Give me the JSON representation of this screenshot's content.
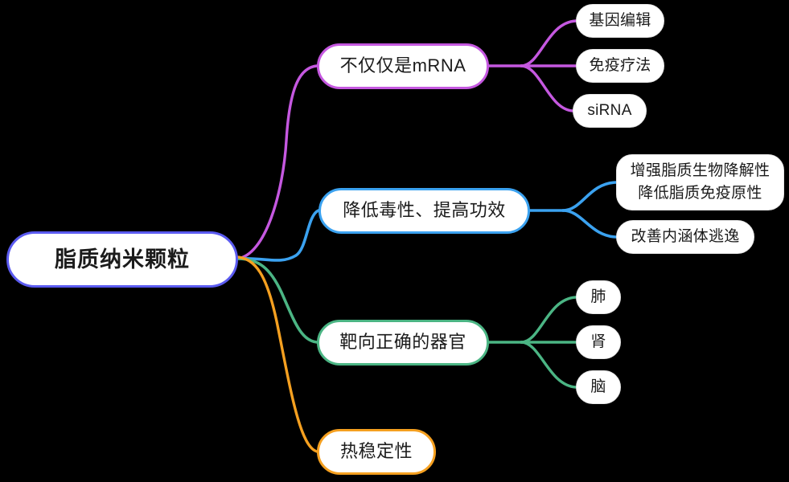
{
  "diagram": {
    "type": "mindmap",
    "title": "脂质纳米颗粒",
    "background_color": "#000000",
    "node_fill_color": "#ffffff",
    "text_color": "#1b1b1b",
    "root_border_color": "#5b5bf0",
    "leaf_border_color": "#e6e6e6"
  },
  "root": {
    "label": "脂质纳米颗粒",
    "color": "#5b5bf0"
  },
  "branches": [
    {
      "label": "不仅仅是mRNA",
      "color": "#c558e0",
      "color_name": "purple",
      "children": [
        {
          "label": "基因编辑"
        },
        {
          "label": "免疫疗法"
        },
        {
          "label": "siRNA"
        }
      ]
    },
    {
      "label": "降低毒性、提高功效",
      "color": "#3ba2f0",
      "color_name": "blue",
      "children": [
        {
          "label": "增强脂质生物降解性\n降低脂质免疫原性"
        },
        {
          "label": "改善内涵体逃逸"
        }
      ]
    },
    {
      "label": "靶向正确的器官",
      "color": "#4bb584",
      "color_name": "green",
      "children": [
        {
          "label": "肺"
        },
        {
          "label": "肾"
        },
        {
          "label": "脑"
        }
      ]
    },
    {
      "label": "热稳定性",
      "color": "#f5a020",
      "color_name": "orange",
      "children": []
    }
  ]
}
